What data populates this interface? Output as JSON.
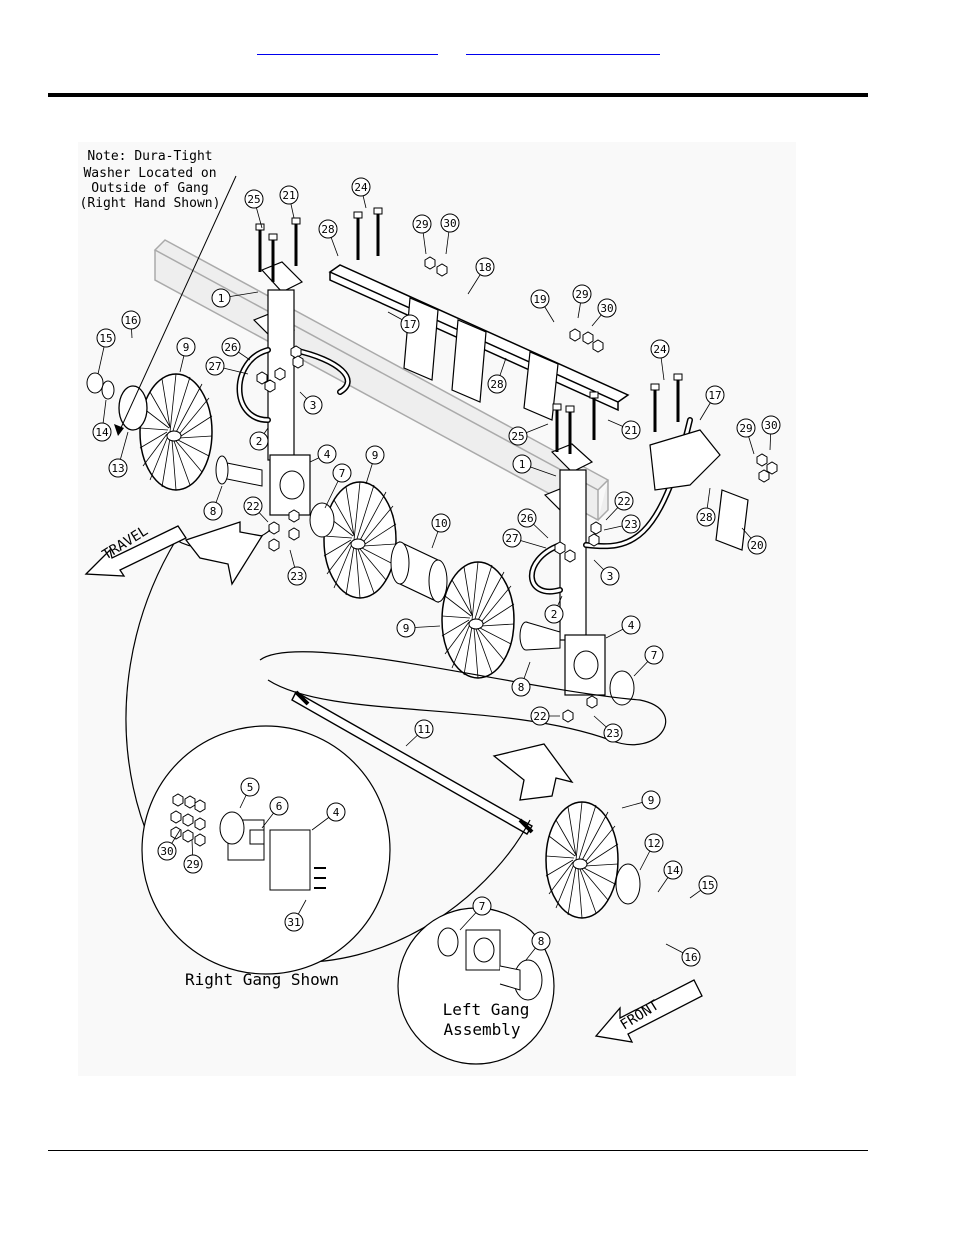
{
  "header": {
    "links": [
      "",
      ""
    ]
  },
  "figure": {
    "note_lines": [
      "Note: Dura-Tight",
      "Washer Located on",
      "Outside of Gang",
      "(Right Hand Shown)"
    ],
    "travel_label": "TRAVEL",
    "front_label": "FRONT",
    "right_gang_label": "Right Gang Shown",
    "left_gang_lines": [
      "Left Gang",
      "Assembly"
    ]
  },
  "callouts": [
    {
      "n": "1"
    },
    {
      "n": "1"
    },
    {
      "n": "2"
    },
    {
      "n": "2"
    },
    {
      "n": "3"
    },
    {
      "n": "3"
    },
    {
      "n": "4"
    },
    {
      "n": "4"
    },
    {
      "n": "4"
    },
    {
      "n": "5"
    },
    {
      "n": "6"
    },
    {
      "n": "7"
    },
    {
      "n": "7"
    },
    {
      "n": "7"
    },
    {
      "n": "8"
    },
    {
      "n": "8"
    },
    {
      "n": "8"
    },
    {
      "n": "9"
    },
    {
      "n": "9"
    },
    {
      "n": "9"
    },
    {
      "n": "9"
    },
    {
      "n": "10"
    },
    {
      "n": "11"
    },
    {
      "n": "12"
    },
    {
      "n": "13"
    },
    {
      "n": "14"
    },
    {
      "n": "14"
    },
    {
      "n": "15"
    },
    {
      "n": "15"
    },
    {
      "n": "16"
    },
    {
      "n": "16"
    },
    {
      "n": "17"
    },
    {
      "n": "17"
    },
    {
      "n": "18"
    },
    {
      "n": "19"
    },
    {
      "n": "20"
    },
    {
      "n": "21"
    },
    {
      "n": "21"
    },
    {
      "n": "22"
    },
    {
      "n": "22"
    },
    {
      "n": "22"
    },
    {
      "n": "23"
    },
    {
      "n": "23"
    },
    {
      "n": "23"
    },
    {
      "n": "24"
    },
    {
      "n": "24"
    },
    {
      "n": "25"
    },
    {
      "n": "25"
    },
    {
      "n": "26"
    },
    {
      "n": "26"
    },
    {
      "n": "27"
    },
    {
      "n": "27"
    },
    {
      "n": "28"
    },
    {
      "n": "28"
    },
    {
      "n": "28"
    },
    {
      "n": "29"
    },
    {
      "n": "29"
    },
    {
      "n": "29"
    },
    {
      "n": "29"
    },
    {
      "n": "30"
    },
    {
      "n": "30"
    },
    {
      "n": "30"
    },
    {
      "n": "30"
    },
    {
      "n": "31"
    }
  ]
}
